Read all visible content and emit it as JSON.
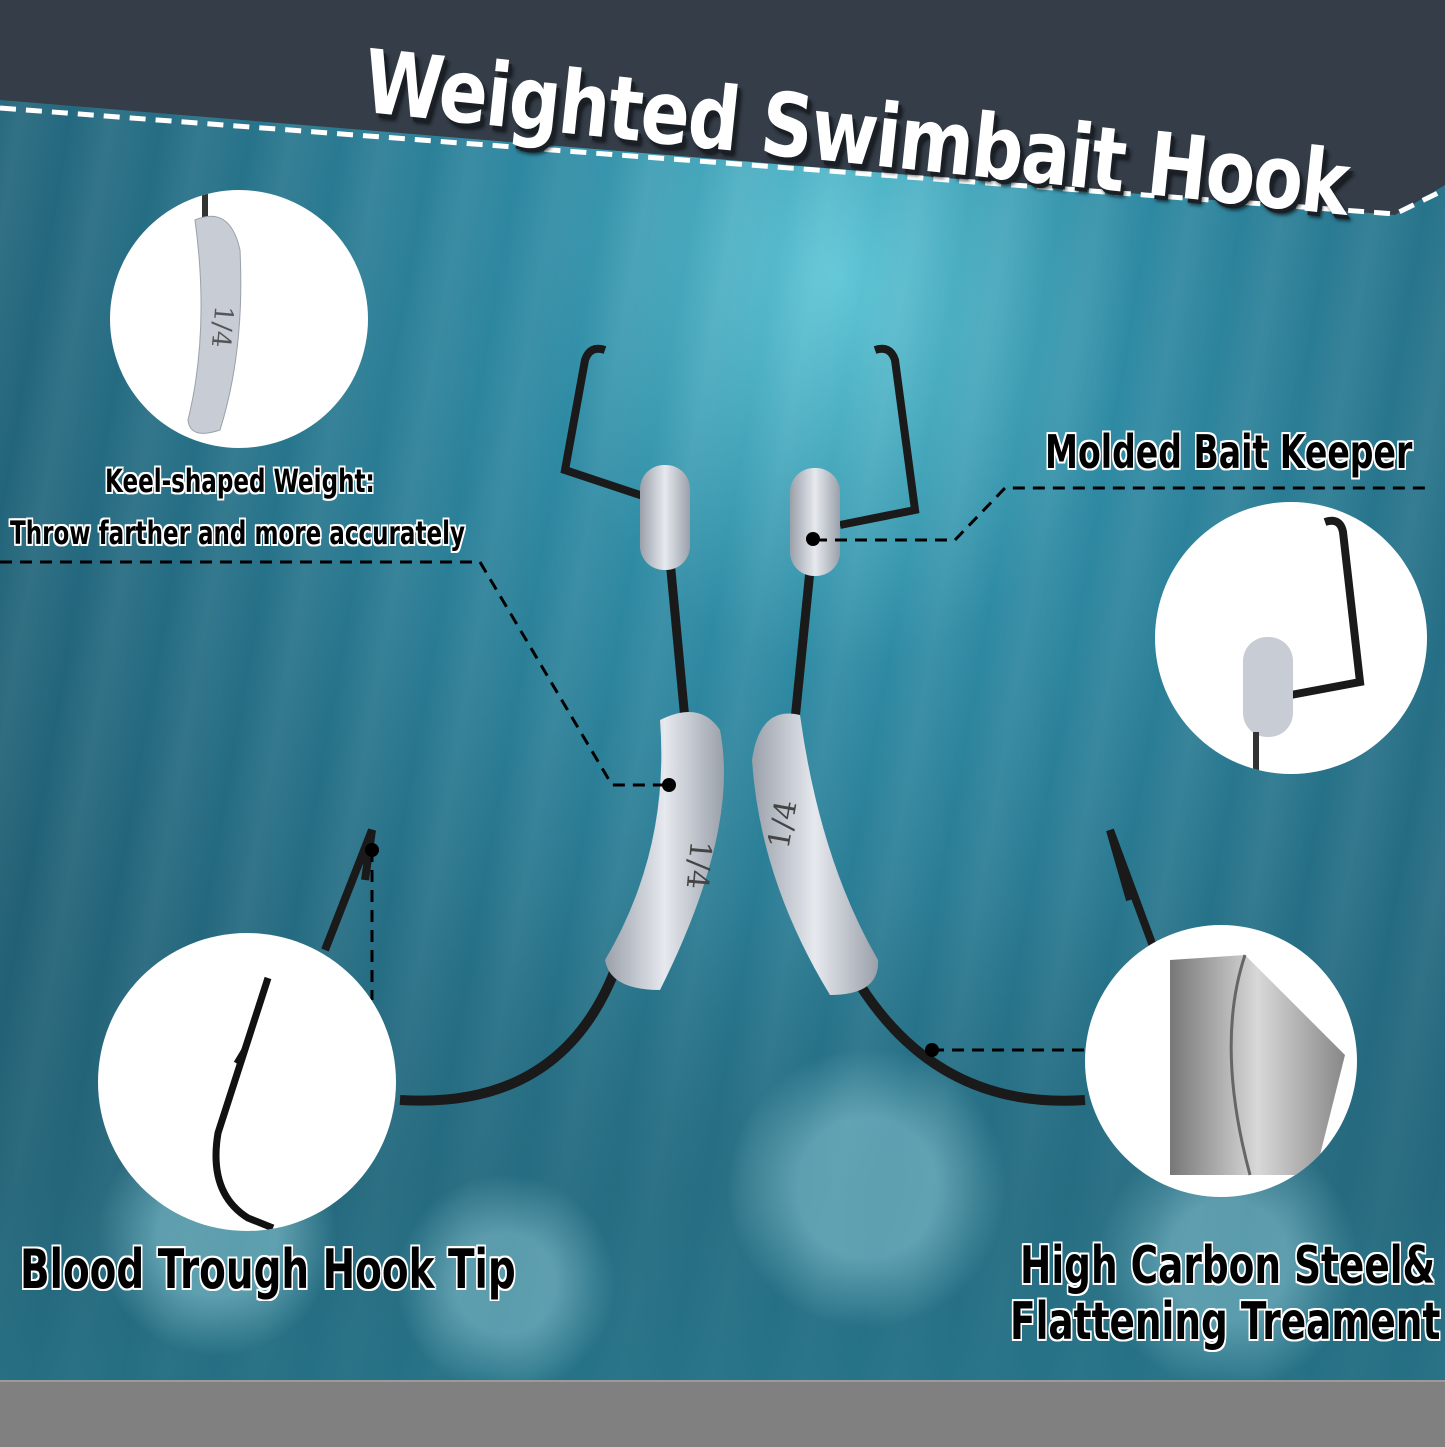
{
  "title": "Weighted Swimbait Hook",
  "features": {
    "keel_weight": {
      "heading": "Keel-shaped Weight:",
      "subtext": "Throw farther and more accurately"
    },
    "bait_keeper": {
      "label": "Molded Bait Keeper"
    },
    "hook_tip": {
      "label": "Blood Trough Hook Tip"
    },
    "steel": {
      "line1": "High Carbon Steel&",
      "line2": "Flattening Treament"
    }
  },
  "weight_marking": "1/4",
  "colors": {
    "header": "#343d48",
    "water": "#2e8aa3",
    "footer": "#808080",
    "hook": "#1a1a1a",
    "weight": "#c8ccd4"
  }
}
